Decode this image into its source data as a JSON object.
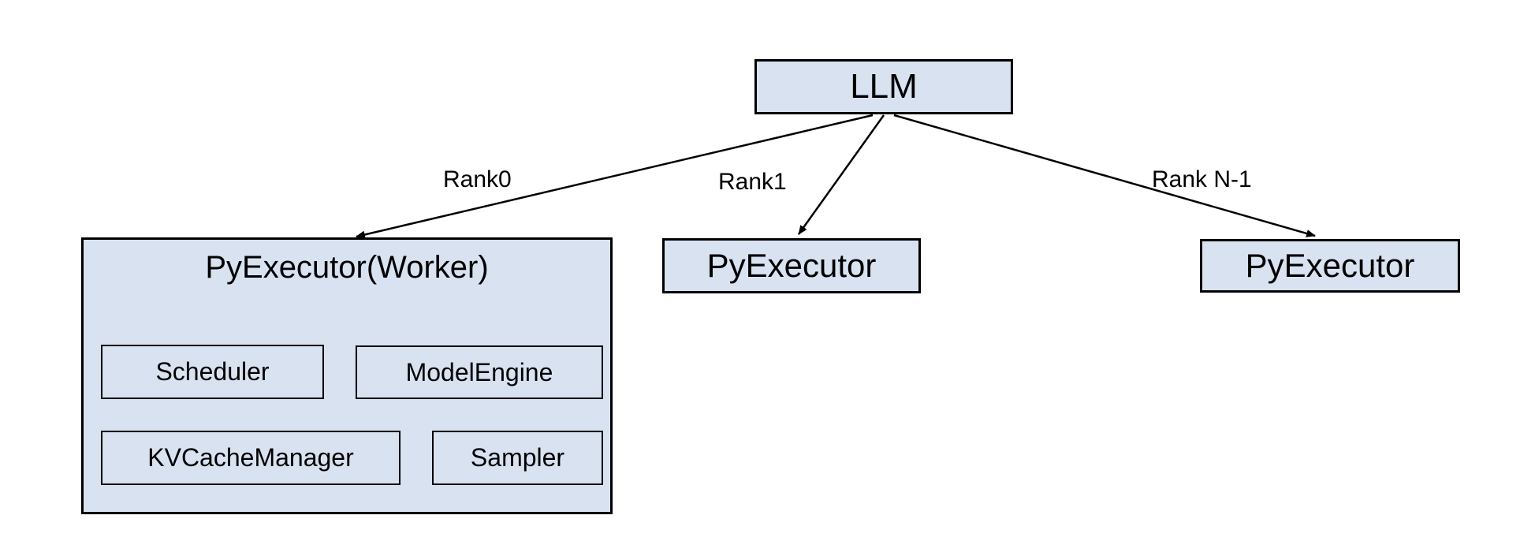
{
  "diagram": {
    "root": {
      "label": "LLM"
    },
    "edges": [
      {
        "label": "Rank0"
      },
      {
        "label": "Rank1"
      },
      {
        "label": "Rank N-1"
      }
    ],
    "workers": {
      "rank0": {
        "label": "PyExecutor(Worker)",
        "components": [
          "Scheduler",
          "ModelEngine",
          "KVCacheManager",
          "Sampler"
        ]
      },
      "rank1": {
        "label": "PyExecutor"
      },
      "rankN": {
        "label": "PyExecutor"
      }
    },
    "colors": {
      "box_fill": "#d9e2f1",
      "box_border": "#000000",
      "arrow": "#000000",
      "text": "#000000",
      "background": "#ffffff"
    }
  }
}
